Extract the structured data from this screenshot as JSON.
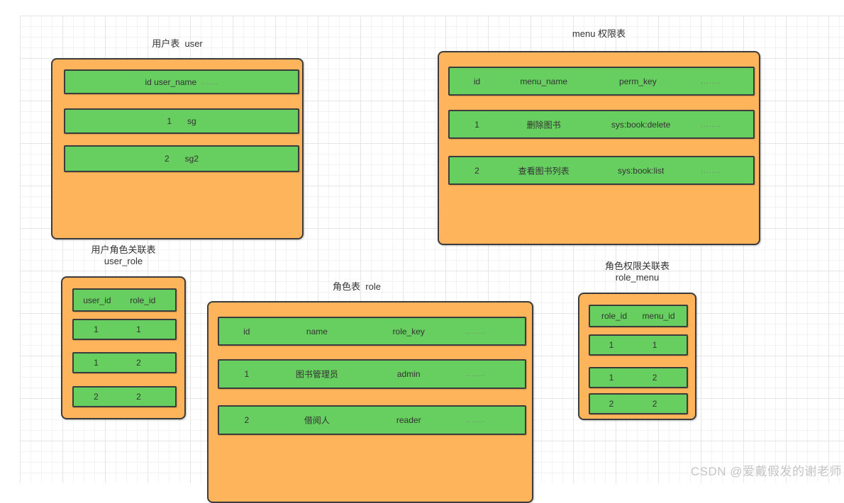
{
  "colors": {
    "container_fill": "#FDB45B",
    "row_fill": "#67CE60",
    "shape_border": "#3C3C3C",
    "text": "#333333",
    "grid_minor": "#F3F3F3",
    "grid_major": "#E6E6E6",
    "watermark": "#C4C4C4"
  },
  "watermark": "CSDN @爱戴假发的谢老师",
  "tables": {
    "user": {
      "title": "用户表  user",
      "rows": [
        {
          "cells": [
            "id user_name",
            "......"
          ]
        },
        {
          "cells": [
            "1",
            "sg"
          ]
        },
        {
          "cells": [
            "2",
            "sg2"
          ]
        }
      ]
    },
    "menu": {
      "title": "menu 权限表",
      "rows": [
        {
          "cells": [
            "id",
            "menu_name",
            "perm_key",
            "......."
          ]
        },
        {
          "cells": [
            "1",
            "删除图书",
            "sys:book:delete",
            "......."
          ]
        },
        {
          "cells": [
            "2",
            "查看图书列表",
            "sys:book:list",
            "......."
          ]
        }
      ]
    },
    "user_role": {
      "title_line1": "用户角色关联表",
      "title_line2": "user_role",
      "rows": [
        {
          "cells": [
            "user_id",
            "role_id"
          ]
        },
        {
          "cells": [
            "1",
            "1"
          ]
        },
        {
          "cells": [
            "1",
            "2"
          ]
        },
        {
          "cells": [
            "2",
            "2"
          ]
        }
      ]
    },
    "role": {
      "title": "角色表  role",
      "rows": [
        {
          "cells": [
            "id",
            "name",
            "role_key",
            "......."
          ]
        },
        {
          "cells": [
            "1",
            "图书管理员",
            "admin",
            "......."
          ]
        },
        {
          "cells": [
            "2",
            "借阅人",
            "reader",
            "......."
          ]
        }
      ]
    },
    "role_menu": {
      "title_line1": "角色权限关联表",
      "title_line2": "role_menu",
      "rows": [
        {
          "cells": [
            "role_id",
            "menu_id"
          ]
        },
        {
          "cells": [
            "1",
            "1"
          ]
        },
        {
          "cells": [
            "1",
            "2"
          ]
        },
        {
          "cells": [
            "2",
            "2"
          ]
        }
      ]
    }
  }
}
